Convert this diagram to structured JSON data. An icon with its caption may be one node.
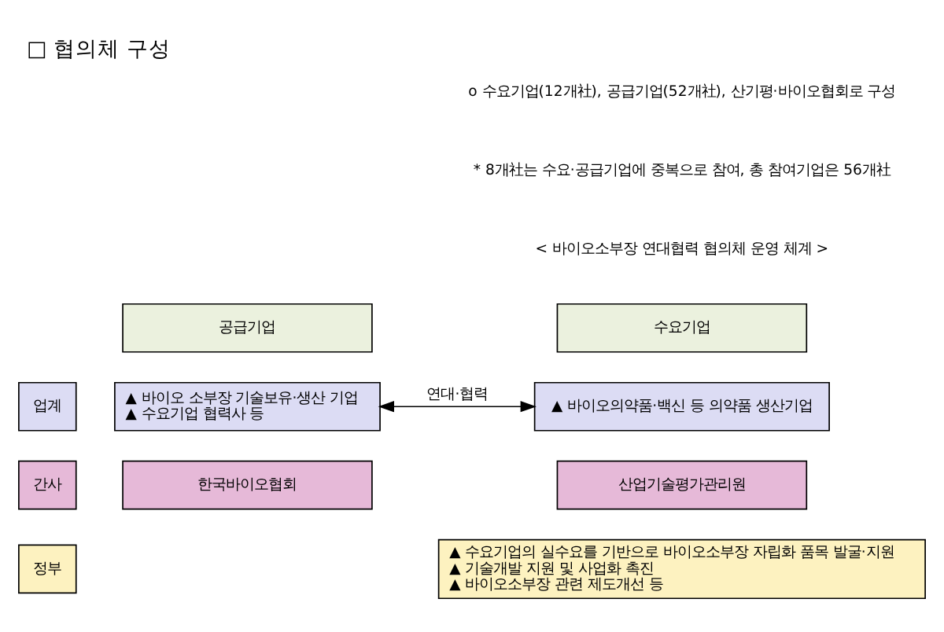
{
  "diagram": {
    "title": "□ 협의체 구성",
    "nodes": [
      {
        "text": [
          "업계"
        ]
      },
      {
        "text": [
          "수요기업"
        ]
      },
      {
        "text": [
          "▲ 바이오의약품·백신 등 의약품 생산기업"
        ]
      },
      {
        "text": [
          "공급기업"
        ]
      },
      {
        "text": [
          "▲ 바이오 소부장 기술보유·생산 기업",
          "▲ 수요기업 협력사 등"
        ]
      },
      {
        "text": [
          "간사"
        ]
      },
      {
        "text": [
          "산업기술평가관리원"
        ]
      },
      {
        "text": [
          "한국바이오협회"
        ]
      },
      {
        "text": [
          "정부"
        ]
      },
      {
        "text": [
          "▲ 수요기업의 실수요를 기반으로 바이오소부장 자립화 품목 발굴·지원",
          "▲ 기술개발 지원 및 사업화 촉진",
          "▲ 바이오소부장 관련 제도개선 등"
        ]
      }
    ],
    "edges": [
      {
        "from": 2,
        "to": 4,
        "arrow": "both",
        "label": "연대·협력"
      }
    ],
    "labels": [
      "o 수요기업(12개社), 공급기업(52개社), 산기평·바이오협회로 구성",
      "* 8개社는 수요·공급기업에 중복으로 참여, 총 참여기업은 56개社",
      "< 바이오소부장 연대협력 협의체 운영 체계 >"
    ]
  }
}
